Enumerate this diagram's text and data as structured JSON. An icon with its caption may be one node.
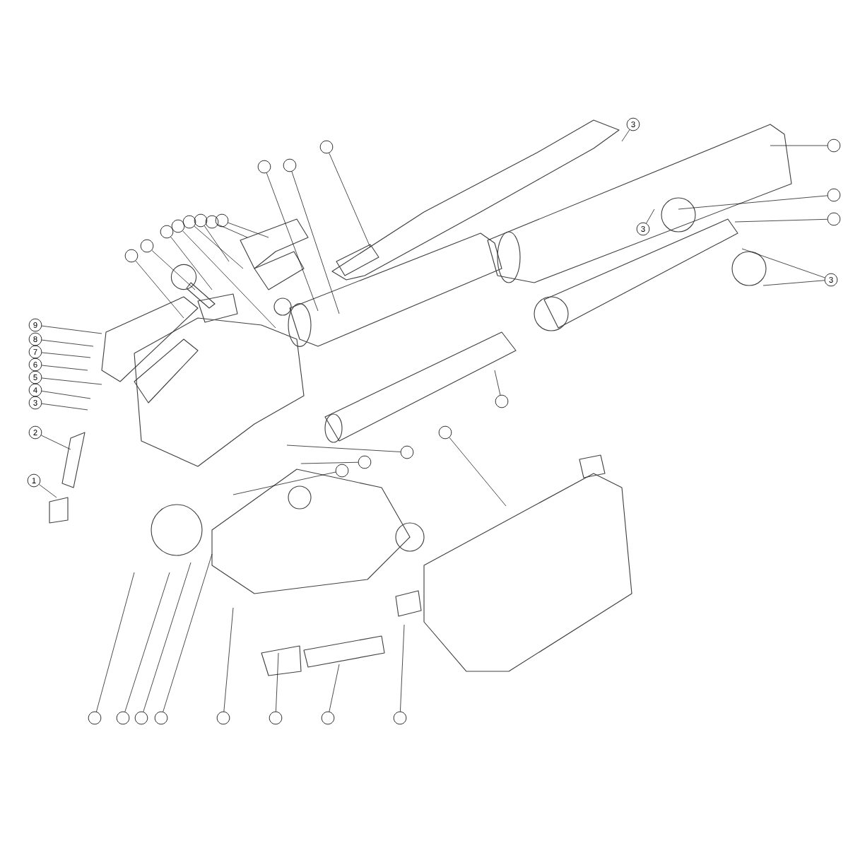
{
  "diagram": {
    "nodes": [
      {
        "text": [],
        "shape": "circle"
      },
      {
        "text": [],
        "shape": "circle"
      },
      {
        "text": [],
        "shape": "circle"
      },
      {
        "text": [],
        "shape": "circle"
      },
      {
        "text": [],
        "shape": "circle"
      },
      {
        "text": [],
        "shape": "circle"
      },
      {
        "text": [],
        "shape": "circle"
      },
      {
        "text": [],
        "shape": "circle"
      },
      {
        "text": [],
        "shape": "circle"
      },
      {
        "text": [],
        "shape": "circle"
      },
      {
        "text": [],
        "shape": "circle"
      },
      {
        "text": [
          "3"
        ]
      },
      {
        "text": [],
        "shape": "circle"
      },
      {
        "text": [],
        "shape": "circle"
      },
      {
        "text": [],
        "shape": "circle"
      },
      {
        "text": [
          "3"
        ]
      },
      {
        "text": [
          "3"
        ]
      },
      {
        "text": [
          "9"
        ]
      },
      {
        "text": [
          "8"
        ]
      },
      {
        "text": [
          "7"
        ]
      },
      {
        "text": [
          "6"
        ]
      },
      {
        "text": [
          "5"
        ]
      },
      {
        "text": [
          "4"
        ]
      },
      {
        "text": [
          "3"
        ]
      },
      {
        "text": [
          "2"
        ]
      },
      {
        "text": [
          "1"
        ]
      },
      {
        "text": [],
        "shape": "circle"
      },
      {
        "text": [],
        "shape": "circle"
      },
      {
        "text": [],
        "shape": "circle"
      },
      {
        "text": [],
        "shape": "circle"
      },
      {
        "text": [],
        "shape": "circle"
      },
      {
        "text": [],
        "shape": "circle"
      },
      {
        "text": [],
        "shape": "circle"
      },
      {
        "text": [],
        "shape": "circle"
      },
      {
        "text": [],
        "shape": "circle"
      },
      {
        "text": [],
        "shape": "circle"
      },
      {
        "text": [],
        "shape": "circle"
      },
      {
        "text": [],
        "shape": "circle"
      },
      {
        "text": [],
        "shape": "circle"
      }
    ],
    "edges": [
      {
        "from": 0,
        "to": null,
        "arrow": "none"
      },
      {
        "from": 1,
        "to": null,
        "arrow": "none"
      },
      {
        "from": 2,
        "to": null,
        "arrow": "none"
      },
      {
        "from": 3,
        "to": null,
        "arrow": "none"
      },
      {
        "from": 4,
        "to": null,
        "arrow": "none"
      },
      {
        "from": 5,
        "to": null,
        "arrow": "none"
      },
      {
        "from": 6,
        "to": null,
        "arrow": "none"
      },
      {
        "from": 7,
        "to": null,
        "arrow": "none"
      },
      {
        "from": 8,
        "to": null,
        "arrow": "none"
      },
      {
        "from": 9,
        "to": null,
        "arrow": "none"
      },
      {
        "from": 10,
        "to": null,
        "arrow": "none"
      },
      {
        "from": 11,
        "to": null,
        "arrow": "none"
      },
      {
        "from": 12,
        "to": null,
        "arrow": "none"
      },
      {
        "from": 13,
        "to": null,
        "arrow": "none"
      },
      {
        "from": 14,
        "to": null,
        "arrow": "none"
      },
      {
        "from": 15,
        "to": null,
        "arrow": "none"
      },
      {
        "from": 16,
        "to": null,
        "arrow": "none"
      },
      {
        "from": 16,
        "to": null,
        "arrow": "none"
      },
      {
        "from": 17,
        "to": null,
        "arrow": "none"
      },
      {
        "from": 18,
        "to": null,
        "arrow": "none"
      },
      {
        "from": 19,
        "to": null,
        "arrow": "none"
      },
      {
        "from": 20,
        "to": null,
        "arrow": "none"
      },
      {
        "from": 21,
        "to": null,
        "arrow": "none"
      },
      {
        "from": 22,
        "to": null,
        "arrow": "none"
      },
      {
        "from": 23,
        "to": null,
        "arrow": "none"
      },
      {
        "from": 24,
        "to": null,
        "arrow": "none"
      },
      {
        "from": 25,
        "to": null,
        "arrow": "none"
      },
      {
        "from": 26,
        "to": null,
        "arrow": "none"
      },
      {
        "from": 27,
        "to": null,
        "arrow": "none"
      },
      {
        "from": 28,
        "to": null,
        "arrow": "none"
      },
      {
        "from": 29,
        "to": null,
        "arrow": "none"
      },
      {
        "from": 30,
        "to": null,
        "arrow": "none"
      },
      {
        "from": 31,
        "to": null,
        "arrow": "none"
      },
      {
        "from": 32,
        "to": null,
        "arrow": "none"
      },
      {
        "from": 33,
        "to": null,
        "arrow": "none"
      },
      {
        "from": 34,
        "to": null,
        "arrow": "none"
      },
      {
        "from": 35,
        "to": null,
        "arrow": "none"
      },
      {
        "from": 36,
        "to": null,
        "arrow": "none"
      },
      {
        "from": 37,
        "to": null,
        "arrow": "none"
      },
      {
        "from": 38,
        "to": null,
        "arrow": "none"
      }
    ]
  }
}
